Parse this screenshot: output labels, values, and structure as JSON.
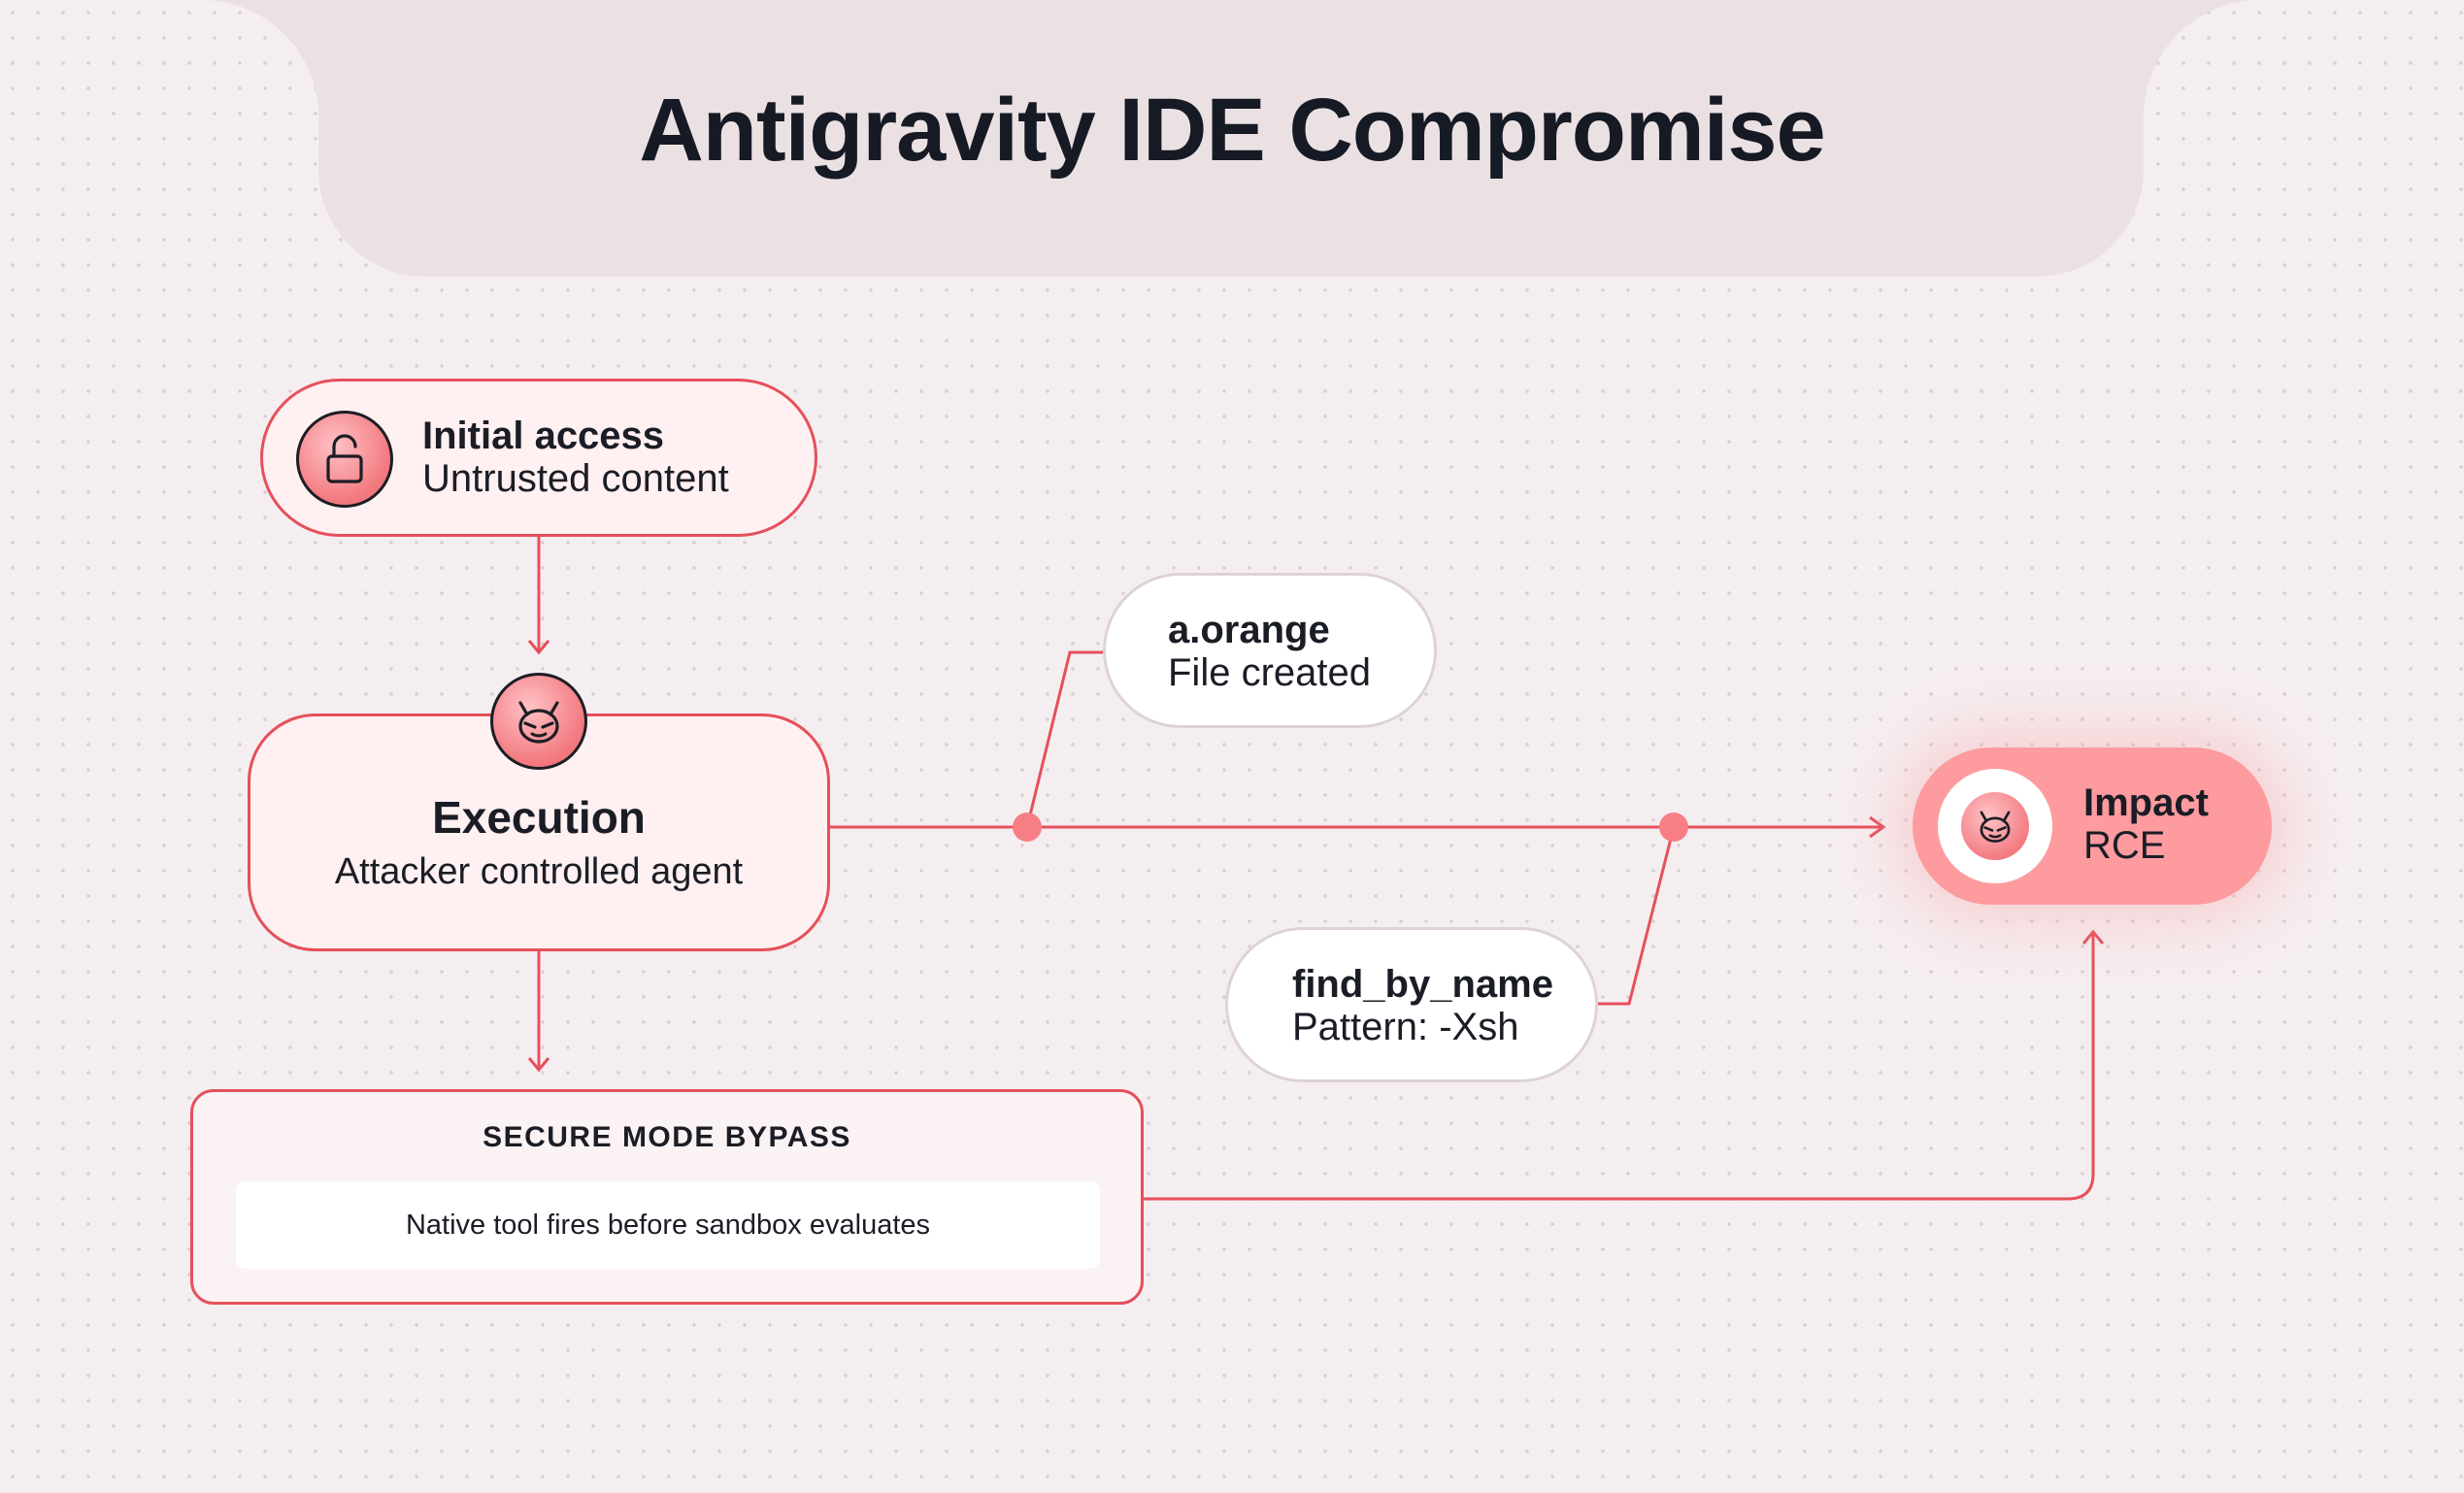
{
  "title": "Antigravity IDE Compromise",
  "nodes": {
    "initial_access": {
      "heading": "Initial access",
      "subtitle": "Untrusted content",
      "icon": "unlocked-padlock-icon"
    },
    "execution": {
      "heading": "Execution",
      "subtitle": "Attacker controlled agent",
      "icon": "devil-mask-icon"
    },
    "a_orange": {
      "heading": "a.orange",
      "subtitle": "File created"
    },
    "find_by_name": {
      "heading": "find_by_name",
      "subtitle": "Pattern: -Xsh"
    },
    "impact": {
      "heading": "Impact",
      "subtitle": "RCE",
      "icon": "devil-mask-icon"
    },
    "secure_mode_bypass": {
      "heading": "SECURE MODE BYPASS",
      "detail": "Native tool fires before sandbox evaluates"
    }
  },
  "colors": {
    "accent_red": "#e5505b",
    "impact_fill": "#fd9b9f",
    "background": "#f5eef0",
    "header_band": "#ebe1e3",
    "text": "#1b1d26"
  }
}
